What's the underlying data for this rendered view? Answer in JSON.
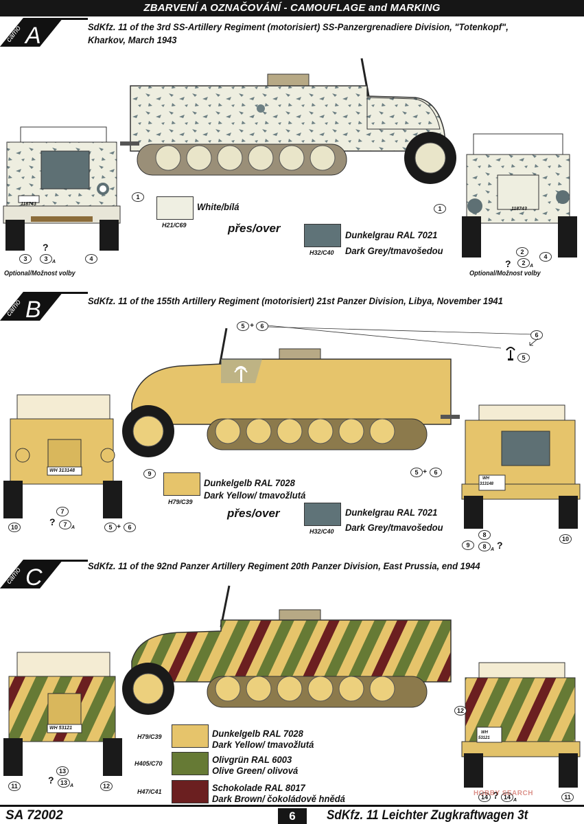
{
  "header": {
    "title": "ZBARVENÍ A OZNAČOVÁNÍ - CAMOUFLAGE and MARKING"
  },
  "sections": [
    {
      "camo_label": "camo",
      "letter": "A",
      "caption_line1": "SdKfz. 11 of the 3rd SS-Artillery Regiment (motorisiert) SS-Panzergrenadiere Division, \"Totenkopf\",",
      "caption_line2": "Kharkov, March 1943",
      "colors": [
        {
          "code": "H21/C69",
          "name1": "White/bílá",
          "name2": "",
          "hex": "#efefe2"
        },
        {
          "code": "H32/C40",
          "name1": "Dunkelgrau RAL 7021",
          "name2": "Dark Grey/tmavošedou",
          "hex": "#5f7378"
        }
      ],
      "over_text": "přes/over",
      "optional_left": "Optional/Možnost volby",
      "optional_right": "Optional/Možnost volby",
      "plate": "118743",
      "markers": [
        "1",
        "3",
        "3",
        "4",
        "1",
        "2",
        "2",
        "4"
      ],
      "marker_sub": "A"
    },
    {
      "camo_label": "camo",
      "letter": "B",
      "caption_line1": "SdKfz. 11 of the 155th Artillery Regiment (motorisiert) 21st Panzer Division, Libya, November 1941",
      "colors": [
        {
          "code": "H79/C39",
          "name1": "Dunkelgelb RAL 7028",
          "name2": "Dark Yellow/ tmavožlutá",
          "hex": "#e6c46b"
        },
        {
          "code": "H32/C40",
          "name1": "Dunkelgrau RAL 7021",
          "name2": "Dark Grey/tmavošedou",
          "hex": "#5f7378"
        }
      ],
      "over_text": "přes/over",
      "plate": "WH 313148",
      "plate_rear1": "WH",
      "plate_rear2": "313148",
      "markers": [
        "5",
        "6",
        "6",
        "5",
        "9",
        "7",
        "7",
        "10",
        "5",
        "6",
        "5",
        "6",
        "8",
        "9",
        "8",
        "10"
      ],
      "plus": "+",
      "marker_sub": "A"
    },
    {
      "camo_label": "camo",
      "letter": "C",
      "caption_line1": "SdKfz. 11 of the 92nd  Panzer Artillery Regiment 20th Panzer Division, East Prussia, end 1944",
      "colors": [
        {
          "code": "H79/C39",
          "name1": "Dunkelgelb RAL 7028",
          "name2": "Dark Yellow/ tmavožlutá",
          "hex": "#e6c46b"
        },
        {
          "code": "H405/C70",
          "name1": "Olivgrün RAL 6003",
          "name2": "Olive Green/ olivová",
          "hex": "#667a35"
        },
        {
          "code": "H47/C41",
          "name1": "Schokolade RAL 8017",
          "name2": "Dark Brown/ čokoládově hnědá",
          "hex": "#6b1f20"
        }
      ],
      "plate": "WH 53121",
      "plate_rear1": "WH",
      "plate_rear2": "53121",
      "markers": [
        "11",
        "13",
        "13",
        "12",
        "12",
        "14",
        "14",
        "11"
      ],
      "marker_sub": "A"
    }
  ],
  "question_mark": "?",
  "footer": {
    "left": "SA 72002",
    "page": "6",
    "right": "SdKfz. 11 Leichter Zugkraftwagen 3t"
  },
  "watermark": "HOBBY SEARCH",
  "icons": [
    "skull-insignia-icon",
    "palm-tree-insignia-icon",
    "arrow-icon"
  ]
}
